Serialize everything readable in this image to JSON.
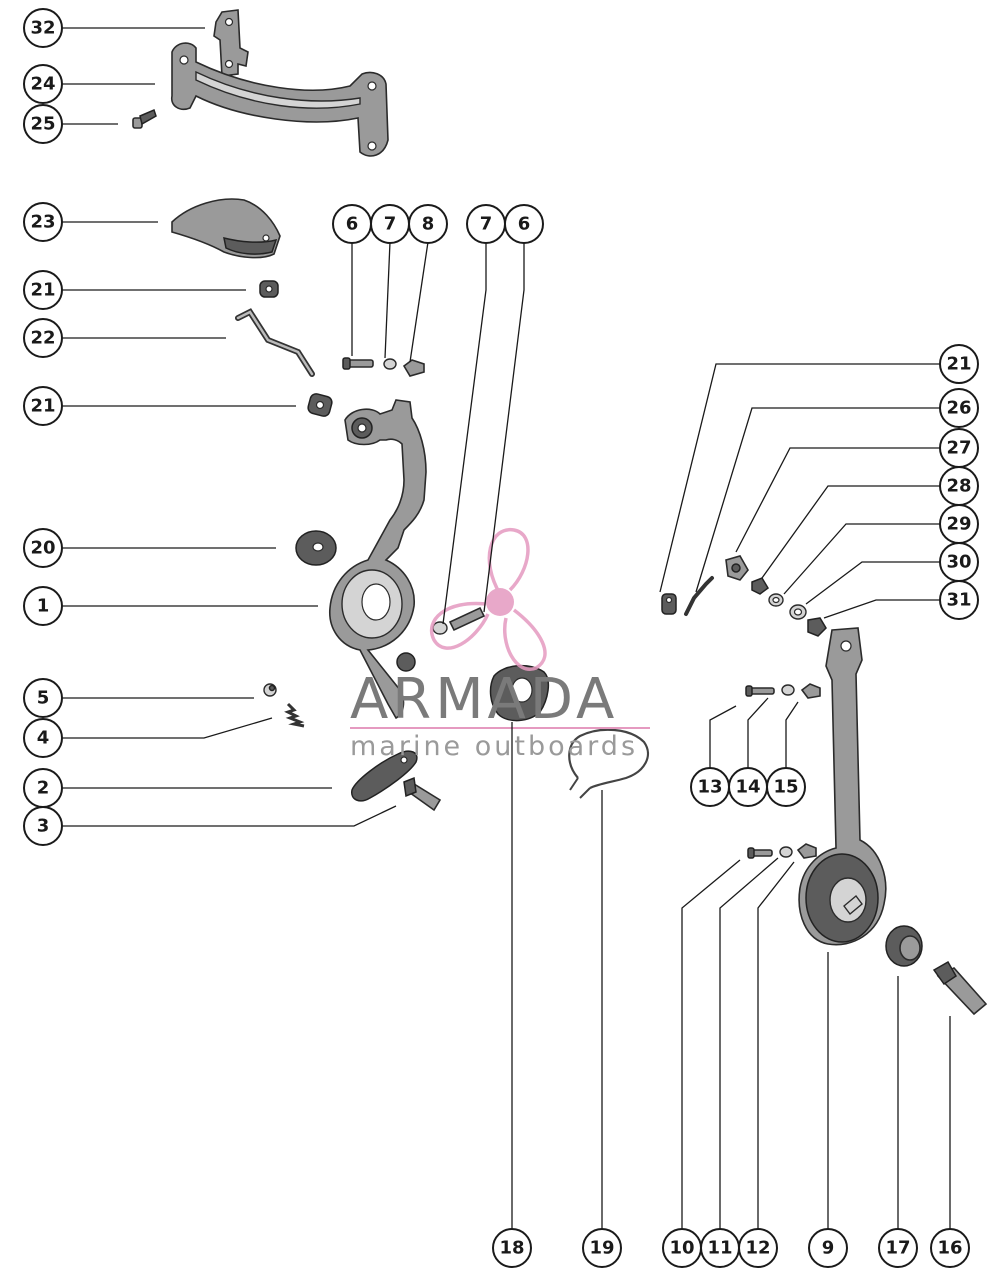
{
  "callouts": [
    {
      "id": "c32",
      "label": "32"
    },
    {
      "id": "c24",
      "label": "24"
    },
    {
      "id": "c25",
      "label": "25"
    },
    {
      "id": "c23",
      "label": "23"
    },
    {
      "id": "c21a",
      "label": "21"
    },
    {
      "id": "c22",
      "label": "22"
    },
    {
      "id": "c21b",
      "label": "21"
    },
    {
      "id": "c20",
      "label": "20"
    },
    {
      "id": "c1",
      "label": "1"
    },
    {
      "id": "c5",
      "label": "5"
    },
    {
      "id": "c4",
      "label": "4"
    },
    {
      "id": "c2",
      "label": "2"
    },
    {
      "id": "c3",
      "label": "3"
    },
    {
      "id": "c6a",
      "label": "6"
    },
    {
      "id": "c7a",
      "label": "7"
    },
    {
      "id": "c8",
      "label": "8"
    },
    {
      "id": "c7b",
      "label": "7"
    },
    {
      "id": "c6b",
      "label": "6"
    },
    {
      "id": "c21c",
      "label": "21"
    },
    {
      "id": "c26",
      "label": "26"
    },
    {
      "id": "c27",
      "label": "27"
    },
    {
      "id": "c28",
      "label": "28"
    },
    {
      "id": "c29",
      "label": "29"
    },
    {
      "id": "c30",
      "label": "30"
    },
    {
      "id": "c31",
      "label": "31"
    },
    {
      "id": "c13",
      "label": "13"
    },
    {
      "id": "c14",
      "label": "14"
    },
    {
      "id": "c15",
      "label": "15"
    },
    {
      "id": "c18",
      "label": "18"
    },
    {
      "id": "c19",
      "label": "19"
    },
    {
      "id": "c10",
      "label": "10"
    },
    {
      "id": "c11",
      "label": "11"
    },
    {
      "id": "c12",
      "label": "12"
    },
    {
      "id": "c9",
      "label": "9"
    },
    {
      "id": "c17",
      "label": "17"
    },
    {
      "id": "c16",
      "label": "16"
    }
  ],
  "watermark": {
    "title": "ARMADA",
    "subtitle": "marine outboards",
    "accent_color": "#e59ac0"
  }
}
